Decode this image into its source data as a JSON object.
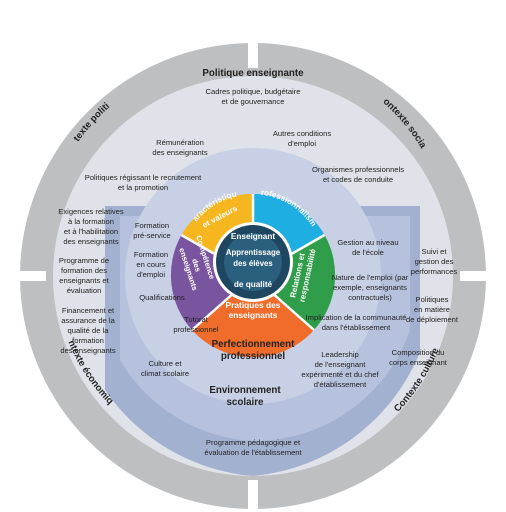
{
  "outer_ring": {
    "contexte_politique": "Contexte politique",
    "contexte_social": "Contexte social",
    "contexte_economique": "Contexte économique",
    "contexte_culturel": "Contexte culturel"
  },
  "politique": {
    "title": "Politique enseignante",
    "cadres": [
      "Cadres politique, budgétaire",
      "et de gouvernance"
    ],
    "remuneration": [
      "Rémunération",
      "des enseignants"
    ],
    "autres_conditions": [
      "Autres conditions",
      "d'emploi"
    ],
    "politiques_recrutement": [
      "Politiques régissant le recrutement",
      "et la promotion"
    ],
    "organismes": [
      "Organismes professionnels",
      "et codes de conduite"
    ],
    "exigences": [
      "Exigences relatives",
      "à la formation",
      "et à l'habilitation",
      "des enseignants"
    ],
    "programme_formation": [
      "Programme de",
      "formation des",
      "enseignants et",
      "évaluation"
    ],
    "financement": [
      "Financement et",
      "assurance de la",
      "qualité de la",
      "formation",
      "des enseignants"
    ],
    "suivi": [
      "Suivi et",
      "gestion des",
      "performances"
    ],
    "politiques_deploiement": [
      "Politiques",
      "en matière",
      "de déploiement"
    ],
    "composition": [
      "Composition du",
      "corps enseignant"
    ],
    "programme_pedagogique": [
      "Programme pédagogique et",
      "évaluation de l'établissement"
    ]
  },
  "perfectionnement": {
    "title": [
      "Perfectionnement",
      "professionnel"
    ],
    "formation_pre": [
      "Formation",
      "pré-service"
    ],
    "formation_cours": [
      "Formation",
      "en cours",
      "d'emploi"
    ],
    "qualifications": "Qualifications",
    "tutorat": [
      "Tutorat",
      "professionnel"
    ]
  },
  "environnement": {
    "title": [
      "Environnement",
      "scolaire"
    ],
    "gestion": [
      "Gestion au niveau",
      "de l'école"
    ],
    "nature": [
      "Nature de l'emploi (par",
      "exemple, enseignants",
      "contractuels)"
    ],
    "implication": [
      "Implication de la communauté",
      "dans l'établissement"
    ],
    "leadership": [
      "Leadership",
      "de l'enseignant",
      "expérimenté et du chef",
      "d'établissement"
    ],
    "culture": [
      "Culture et",
      "climat scolaire"
    ]
  },
  "wheel": {
    "caracteristiques": [
      "Caractéristiques",
      "et valeurs"
    ],
    "professionnalisme": "Professionnalisme",
    "relations": [
      "Relations et",
      "responsabilité"
    ],
    "pratiques": [
      "Pratiques des",
      "enseignants"
    ],
    "competence": [
      "Compétence",
      "des",
      "enseignants"
    ]
  },
  "center": {
    "enseignant": "Enseignant",
    "apprentissage": [
      "Apprentissage",
      "des élèves"
    ],
    "de_qualite": "de qualité"
  },
  "colors": {
    "outer_ring": "#bdbfc1",
    "disc": "#dfe2e8",
    "band": "#a3b1d1",
    "inner_disc": "#c7d0e4",
    "yellow": "#f6b61f",
    "cyan": "#1eaee2",
    "green": "#2f9d49",
    "orange": "#ef6c2b",
    "purple": "#7a559f",
    "center": "#1e4660"
  }
}
